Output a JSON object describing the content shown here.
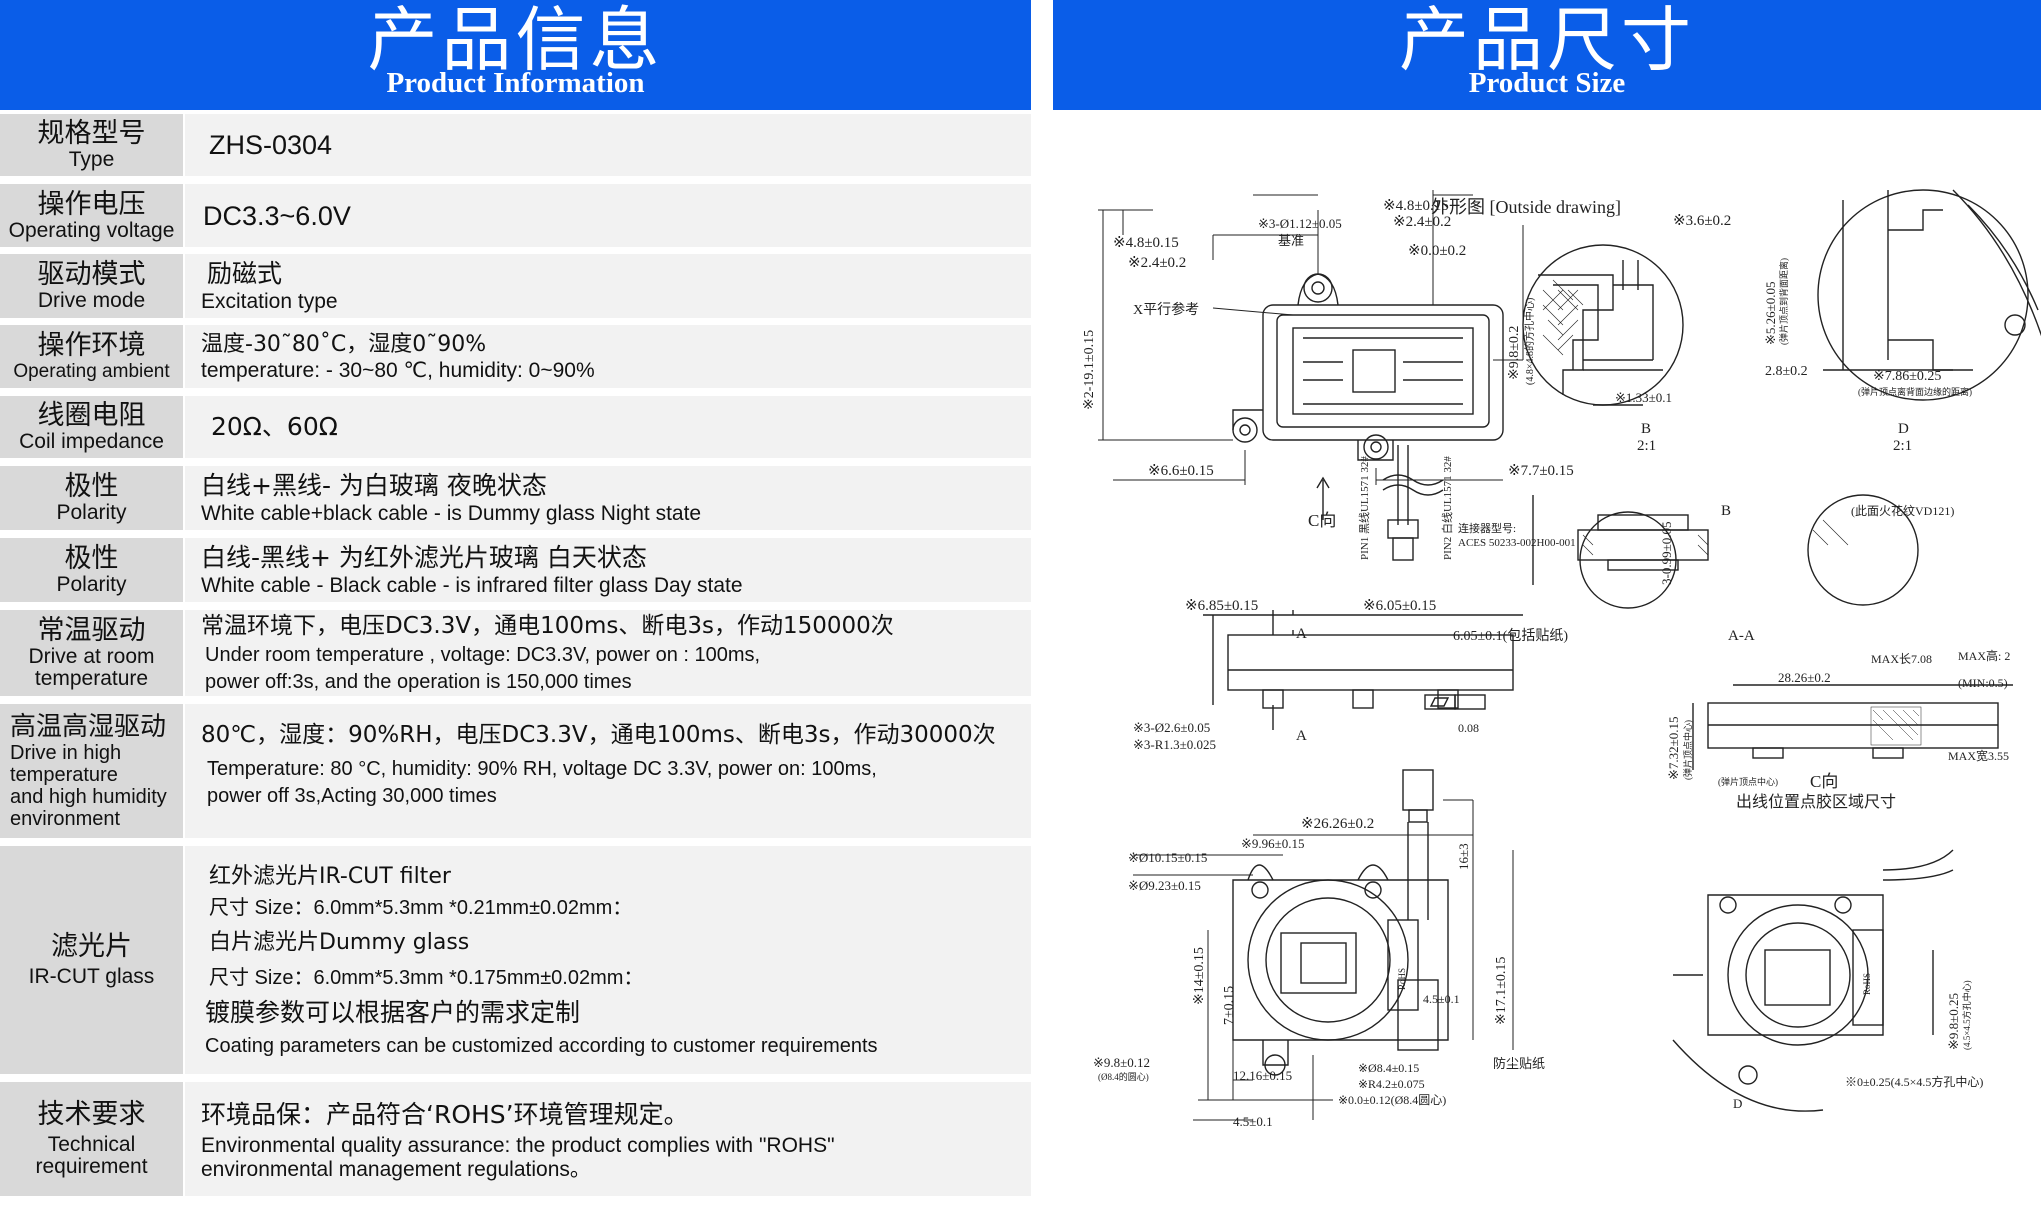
{
  "left_header": {
    "title_zh": "产品信息",
    "title_en": "Product Information"
  },
  "right_header": {
    "title_zh": "产品尺寸",
    "title_en": "Product Size"
  },
  "specs": [
    {
      "label_zh": "规格型号",
      "label_en": "Type",
      "value": "ZHS-0304"
    },
    {
      "label_zh": "操作电压",
      "label_en": "Operating voltage",
      "value": "DC3.3~6.0V"
    },
    {
      "label_zh": "驱动模式",
      "label_en": "Drive mode",
      "value_zh": "励磁式",
      "value_en": "Excitation type"
    },
    {
      "label_zh": "操作环境",
      "label_en": "Operating ambient",
      "value_zh": "温度-30˜80˚C，湿度0˜90%",
      "value_en": "temperature: - 30~80 ℃, humidity: 0~90%"
    },
    {
      "label_zh": "线圈电阻",
      "label_en": "Coil impedance",
      "value": "20Ω、60Ω"
    },
    {
      "label_zh": "极性",
      "label_en": "Polarity",
      "value_zh": "白线+黑线- 为白玻璃 夜晚状态",
      "value_en": "White cable+black cable -  is Dummy glass   Night state"
    },
    {
      "label_zh": "极性",
      "label_en": "Polarity",
      "value_zh": "白线-黑线+ 为红外滤光片玻璃 白天状态",
      "value_en": "White cable - Black cable - is infrared filter glass Day state"
    },
    {
      "label_zh": "常温驱动",
      "label_en_1": "Drive at room",
      "label_en_2": "temperature",
      "value_zh": "常温环境下，电压DC3.3V，通电100ms、断电3s，作动150000次",
      "value_en_1": "Under room temperature , voltage: DC3.3V, power on : 100ms,",
      "value_en_2": "power off:3s, and the operation is 150,000 times"
    },
    {
      "label_zh": "高温高湿驱动",
      "label_en_1": "Drive in high",
      "label_en_2": "temperature",
      "label_en_3": "and high humidity",
      "label_en_4": "environment",
      "value_zh": "80℃，湿度：90%RH，电压DC3.3V，通电100ms、断电3s，作动30000次",
      "value_en_1": "Temperature: 80 °C, humidity: 90% RH, voltage DC 3.3V,   power on: 100ms,",
      "value_en_2": "power off 3s,Acting 30,000 times"
    },
    {
      "label_zh": "滤光片",
      "label_en": "IR-CUT glass",
      "line1": "红外滤光片IR-CUT filter",
      "line2": "尺寸  Size：6.0mm*5.3mm *0.21mm±0.02mm：",
      "line3": "白片滤光片Dummy glass",
      "line4": "尺寸  Size：6.0mm*5.3mm *0.175mm±0.02mm：",
      "line5": "镀膜参数可以根据客户的需求定制",
      "line6": "Coating parameters can be customized according to customer requirements"
    },
    {
      "label_zh": "技术要求",
      "label_en_1": "Technical",
      "label_en_2": "requirement",
      "value_zh": "环境品保：产品符合‘ROHS’环境管理规定。",
      "value_en_1": "Environmental quality assurance: the product complies with \"ROHS\"",
      "value_en_2": "environmental management regulations。"
    }
  ],
  "drawing": {
    "title": "外形图 [Outside drawing]",
    "dims": [
      "※4.8±0.15",
      "※2.4±0.2",
      "※3-Ø1.12±0.05",
      "基准",
      "※4.8±0.15",
      "※2.4±0.2",
      "※0.0±0.2",
      "※3.6±0.2",
      "X平行参考",
      "※2-19.1±0.15",
      "※9.8±0.2",
      "(4.8×4.8的方孔中心)",
      "※6.6±0.15",
      "※7.7±0.15",
      "C向",
      "PIN1 黑线UL1571 32#",
      "PIN2 白线UL1571 32#",
      "连接器型号:",
      "ACES 50233-002H00-001",
      "※1.33±0.1",
      "B",
      "2:1",
      "※5.26±0.05",
      "(弹片顶点到背面距离)",
      "2.8±0.2",
      "※7.86±0.25",
      "(弹片顶点离背面边缘的距离)",
      "D",
      "2:1",
      "B",
      "(此面火花纹VD121)",
      "3-0.99±0.05",
      "A-A",
      "※6.85±0.15",
      "※6.05±0.15",
      "6.05±0.1(包括贴纸)",
      "A",
      "A",
      "※3-Ø2.6±0.05",
      "※3-R1.3±0.025",
      "0.08",
      "28.26±0.2",
      "MAX长7.08",
      "MAX高: 2",
      "(MIN:0.5)",
      "※7.32±0.15",
      "(弹片顶点中心)",
      "(弹片顶点中心)",
      "MAX宽3.55",
      "C向",
      "出线位置点胶区域尺寸",
      "※26.26±0.2",
      "※9.96±0.15",
      "※Ø10.15±0.15",
      "※Ø9.23±0.15",
      "16±3",
      "※14±0.15",
      "7±0.15",
      "※17.1±0.15",
      "4.5±0.1",
      "※9.8±0.12",
      "(Ø8.4的圆心)",
      "12.16±0.15",
      "※Ø8.4±0.15",
      "※R4.2±0.075",
      "※0.0±0.12(Ø8.4圆心)",
      "防尘贴纸",
      "4.5±0.1",
      "※9.8±0.25",
      "(4.5×4.5方孔中心)",
      "※0±0.25(4.5×4.5方孔中心)",
      "D",
      "RoHS"
    ]
  }
}
